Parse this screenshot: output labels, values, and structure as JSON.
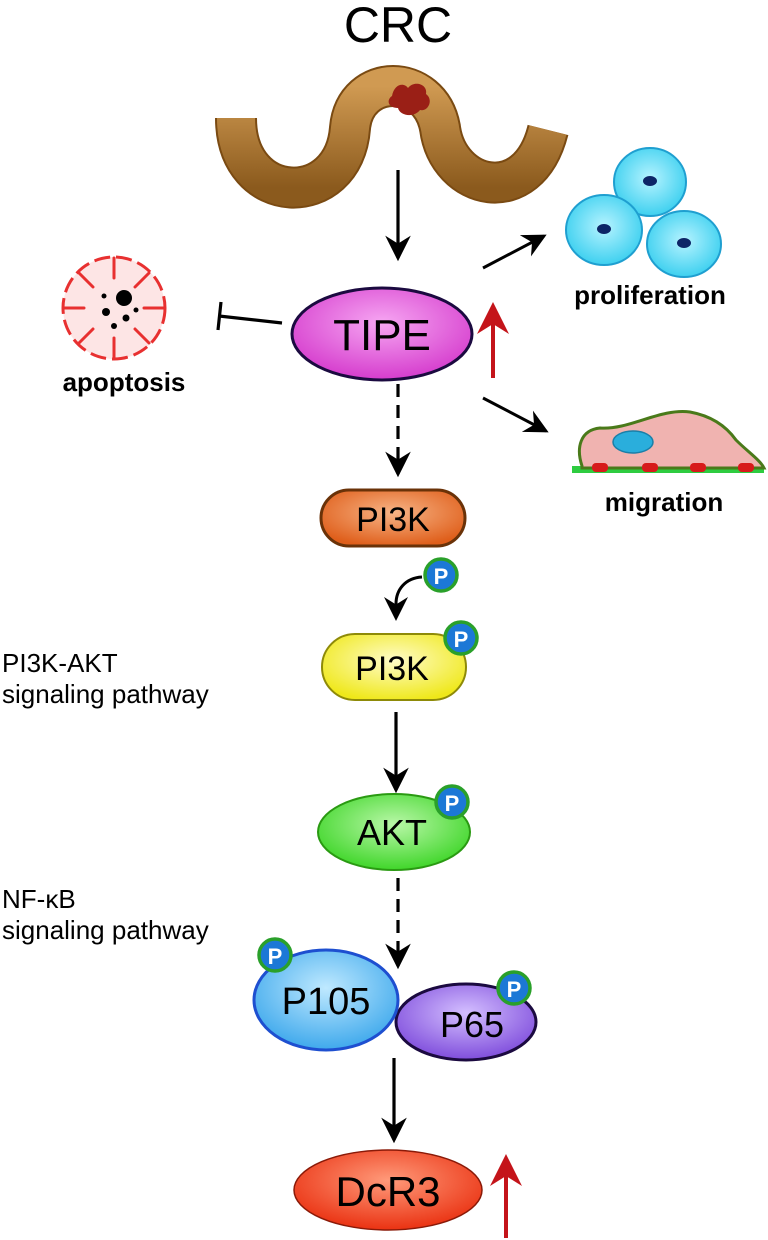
{
  "title": "CRC",
  "nodes": {
    "tipe": "TIPE",
    "pi3k": "PI3K",
    "pi3k_phos": "PI3K",
    "akt": "AKT",
    "p105": "P105",
    "p65": "P65",
    "dcr3": "DcR3"
  },
  "phospho_label": "P",
  "effects": {
    "apoptosis": "apoptosis",
    "proliferation": "proliferation",
    "migration": "migration"
  },
  "pathways": {
    "pi3k_akt": {
      "line1": "PI3K-AKT",
      "line2": "signaling pathway"
    },
    "nfkb": {
      "line1": "NF-κB",
      "line2": "signaling pathway"
    }
  },
  "colors": {
    "tipe": "#d53ccd",
    "pi3k": "#e0621e",
    "pi3k_phos": "#f2ee18",
    "akt": "#44dc2a",
    "p105": "#4ab5ee",
    "p65": "#8a58e0",
    "dcr3": "#f03a16",
    "phospho_fill": "#1c78d6",
    "phospho_ring": "#2aa02a",
    "upregulation_arrow": "#c4141a",
    "colon": "#9b6622",
    "tumor": "#9a1f16",
    "cell": "#3fd5f0",
    "cell_nucleus": "#0d2566",
    "apoptotic_cell": "#e83030",
    "migrating_cell": "#f0b3b0",
    "substrate": "#2ecc40"
  }
}
